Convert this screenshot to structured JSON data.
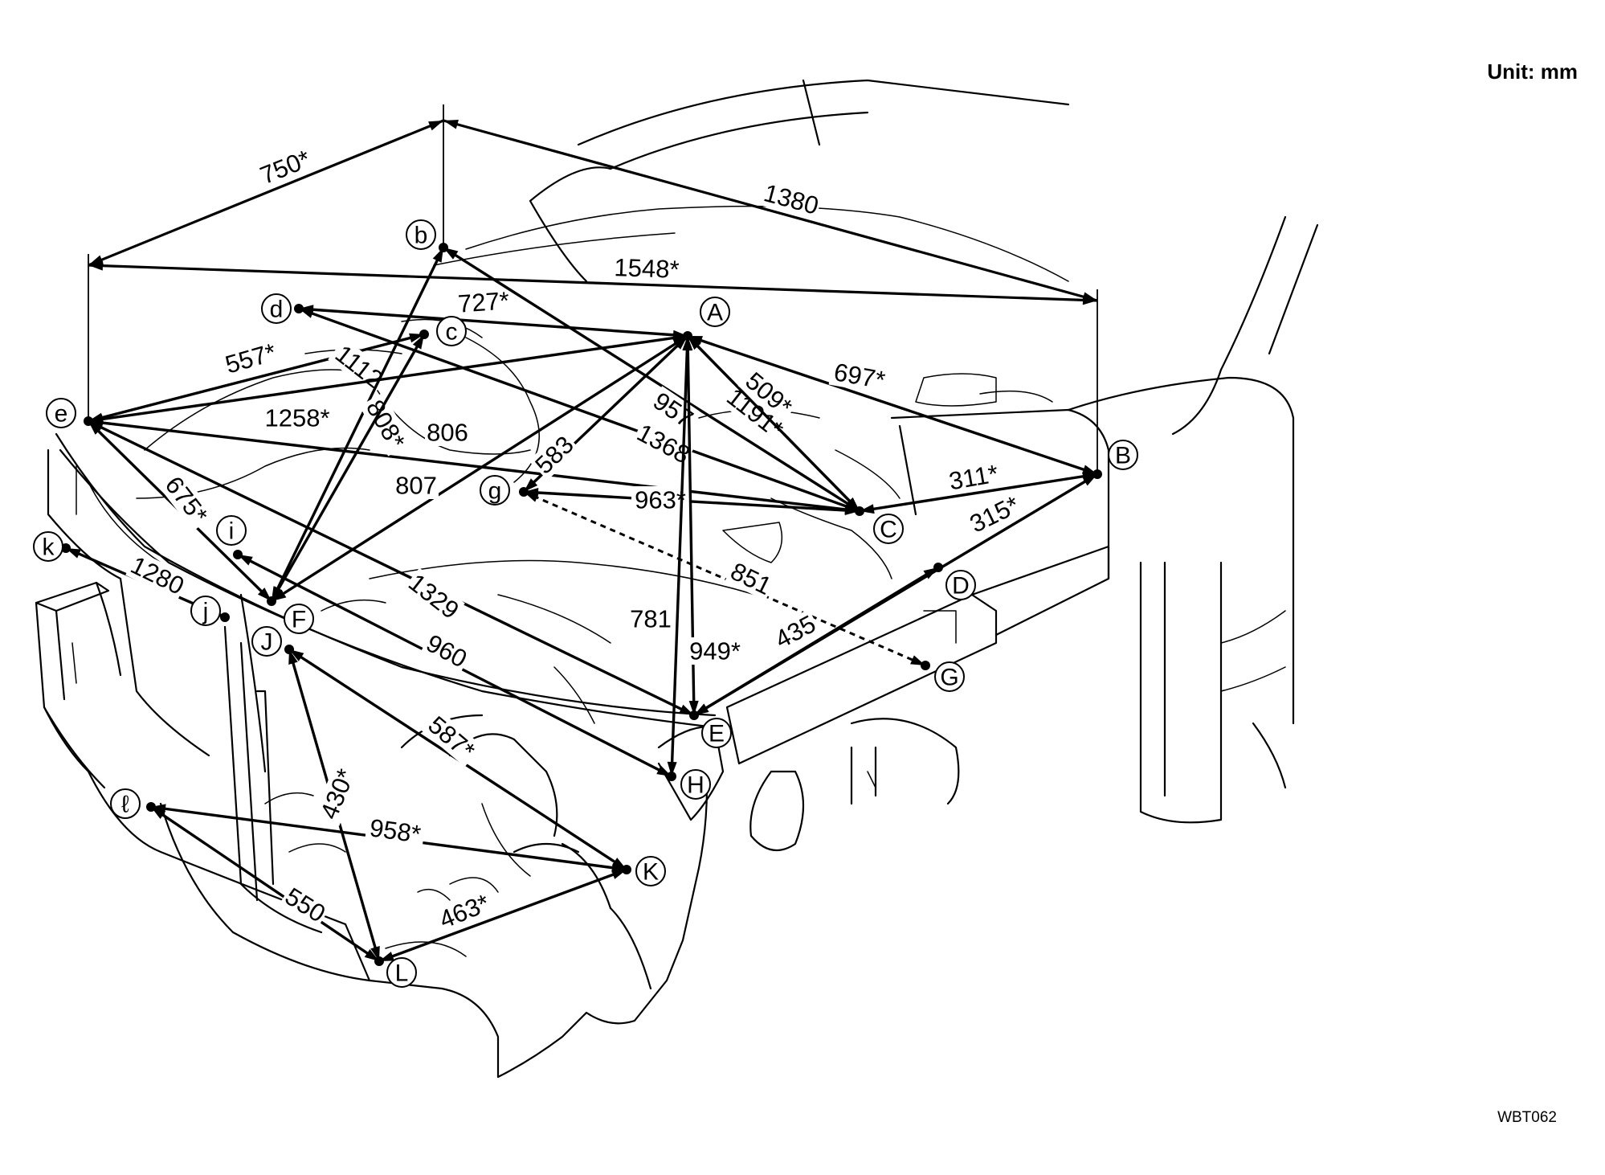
{
  "unit_label": "Unit: mm",
  "figure_code": "WBT062",
  "colors": {
    "ink": "#000000",
    "paper": "#ffffff"
  },
  "points": [
    {
      "id": "b",
      "label": "b"
    },
    {
      "id": "d",
      "label": "d"
    },
    {
      "id": "c",
      "label": "c"
    },
    {
      "id": "A",
      "label": "A"
    },
    {
      "id": "e",
      "label": "e"
    },
    {
      "id": "B",
      "label": "B"
    },
    {
      "id": "g",
      "label": "g"
    },
    {
      "id": "C",
      "label": "C"
    },
    {
      "id": "i",
      "label": "i"
    },
    {
      "id": "k",
      "label": "k"
    },
    {
      "id": "D",
      "label": "D"
    },
    {
      "id": "j",
      "label": "j"
    },
    {
      "id": "F",
      "label": "F"
    },
    {
      "id": "J",
      "label": "J"
    },
    {
      "id": "G",
      "label": "G"
    },
    {
      "id": "E",
      "label": "E"
    },
    {
      "id": "H",
      "label": "H"
    },
    {
      "id": "l",
      "label": "ℓ"
    },
    {
      "id": "K",
      "label": "K"
    },
    {
      "id": "L",
      "label": "L"
    }
  ],
  "measurements": [
    {
      "from": "e",
      "to": "b",
      "value": "750*",
      "style": "dim"
    },
    {
      "from": "b",
      "to": "B",
      "value": "1380",
      "style": "dim"
    },
    {
      "from": "e",
      "to": "B",
      "value": "1548*",
      "style": "dim"
    },
    {
      "from": "d",
      "to": "A",
      "value": "727*"
    },
    {
      "from": "e",
      "to": "c",
      "value": "557*"
    },
    {
      "from": "d",
      "to": "C",
      "value": "1112"
    },
    {
      "from": "e",
      "to": "C",
      "value": "1258*"
    },
    {
      "from": "b",
      "to": "F",
      "value": "808*"
    },
    {
      "from": "c",
      "to": "F",
      "value": "806"
    },
    {
      "from": "A",
      "to": "F",
      "value": "807"
    },
    {
      "from": "A",
      "to": "g",
      "value": "583"
    },
    {
      "from": "b",
      "to": "C",
      "value": "957"
    },
    {
      "from": "e",
      "to": "A",
      "value": "1368"
    },
    {
      "from": "A",
      "to": "C",
      "value": "1191*"
    },
    {
      "from": "A",
      "to": "C",
      "value": "509*"
    },
    {
      "from": "A",
      "to": "B",
      "value": "697*"
    },
    {
      "from": "C",
      "to": "B",
      "value": "311*"
    },
    {
      "from": "g",
      "to": "C",
      "value": "963*"
    },
    {
      "from": "E",
      "to": "B",
      "value": "315*"
    },
    {
      "from": "e",
      "to": "F",
      "value": "675*"
    },
    {
      "from": "g",
      "to": "G",
      "value": "851",
      "style": "dashed"
    },
    {
      "from": "e",
      "to": "E",
      "value": "1329"
    },
    {
      "from": "A",
      "to": "H",
      "value": "781"
    },
    {
      "from": "A",
      "to": "E",
      "value": "949*"
    },
    {
      "from": "E",
      "to": "D",
      "value": "435"
    },
    {
      "from": "k",
      "to": "j",
      "value": "1280"
    },
    {
      "from": "i",
      "to": "H",
      "value": "960"
    },
    {
      "from": "J",
      "to": "K",
      "value": "587*"
    },
    {
      "from": "J",
      "to": "L",
      "value": "430*"
    },
    {
      "from": "l",
      "to": "K",
      "value": "958*"
    },
    {
      "from": "l",
      "to": "L",
      "value": "550"
    },
    {
      "from": "L",
      "to": "K",
      "value": "463*"
    }
  ]
}
